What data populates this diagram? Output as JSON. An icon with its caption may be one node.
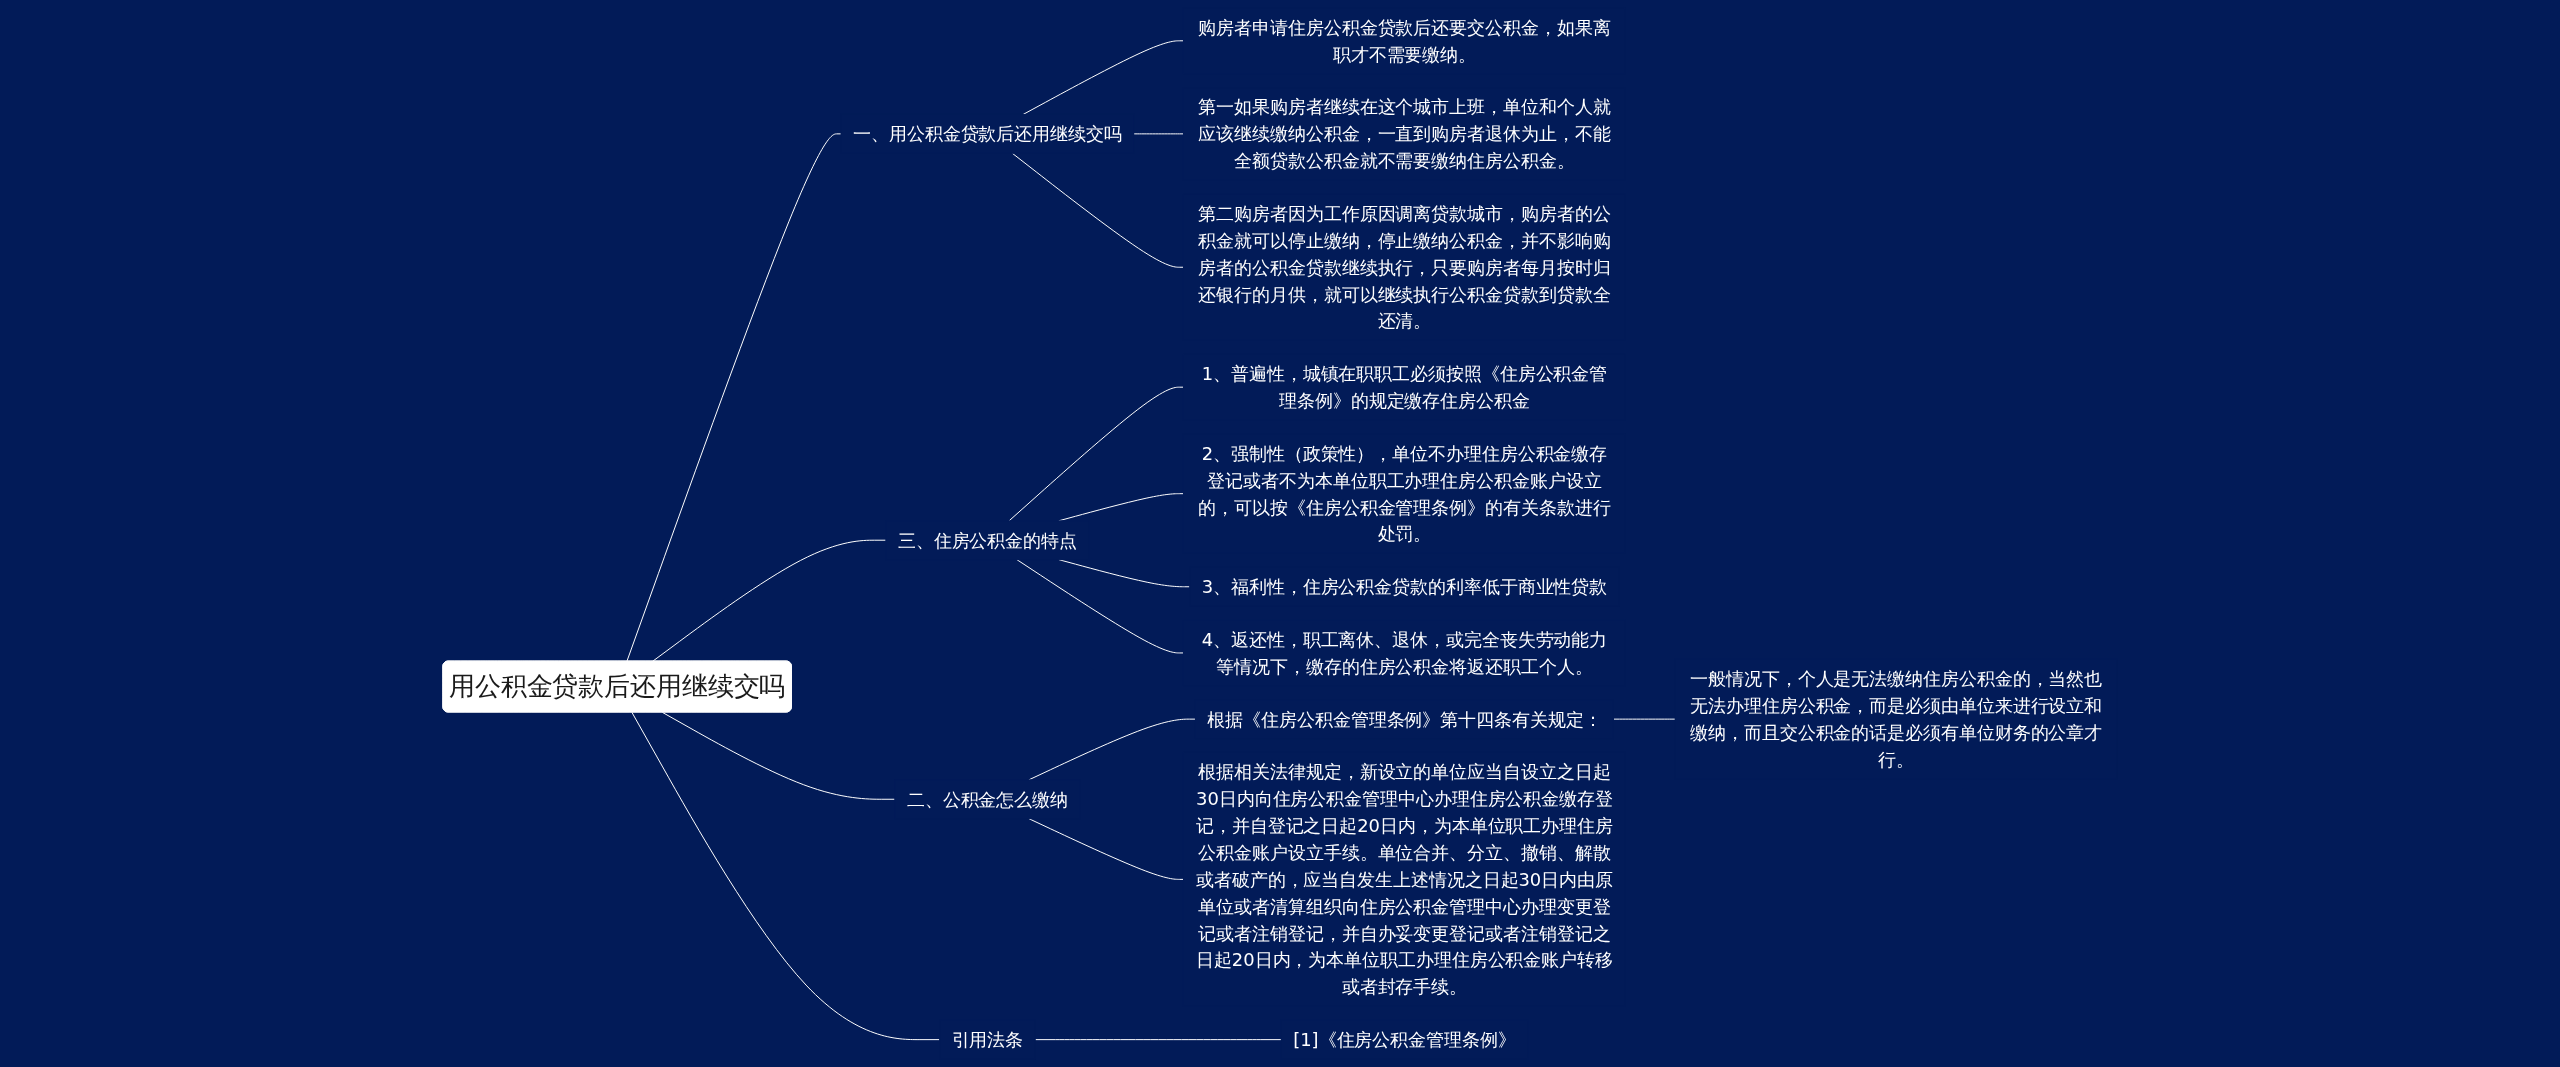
{
  "diagram": {
    "nodes": [
      {
        "text": [
          "用公积金贷款后还用继续交吗"
        ]
      },
      {
        "text": [
          "一、用公积金贷款后还用继续交吗"
        ]
      },
      {
        "text": [
          "购房者申请住房公积金贷款后还要交公积金，如果离职才不需要缴纳。"
        ]
      },
      {
        "text": [
          "第一如果购房者继续在这个城市上班，单位和个人就应该继续缴纳公积金，一直到购房者退休为止，不能全额贷款公积金就不需要缴纳住房公积金。"
        ]
      },
      {
        "text": [
          "第二购房者因为工作原因调离贷款城市，购房者的公积金就可以停止缴纳，停止缴纳公积金，并不影响购房者的公积金贷款继续执行，只要购房者每月按时归还银行的月供，就可以继续执行公积金贷款到贷款全还清。"
        ]
      },
      {
        "text": [
          "三、住房公积金的特点"
        ]
      },
      {
        "text": [
          "1、普遍性，城镇在职职工必须按照《住房公积金管理条例》的规定缴存住房公积金"
        ]
      },
      {
        "text": [
          "2、强制性（政策性），单位不办理住房公积金缴存登记或者不为本单位职工办理住房公积金账户设立的，可以按《住房公积金管理条例》的有关条款进行处罚。"
        ]
      },
      {
        "text": [
          "3、福利性，住房公积金贷款的利率低于商业性贷款"
        ]
      },
      {
        "text": [
          "4、返还性，职工离休、退休，或完全丧失劳动能力等情况下，缴存的住房公积金将返还职工个人。"
        ]
      },
      {
        "text": [
          "二、公积金怎么缴纳"
        ]
      },
      {
        "text": [
          "根据《住房公积金管理条例》第十四条有关规定："
        ]
      },
      {
        "text": [
          "一般情况下，个人是无法缴纳住房公积金的，当然也无法办理住房公积金，而是必须由单位来进行设立和缴纳，而且交公积金的话是必须有单位财务的公章才行。"
        ]
      },
      {
        "text": [
          "根据相关法律规定，新设立的单位应当自设立之日起30日内向住房公积金管理中心办理住房公积金缴存登记，并自登记之日起20日内，为本单位职工办理住房公积金账户设立手续。单位合并、分立、撤销、解散或者破产的，应当自发生上述情况之日起30日内由原单位或者清算组织向住房公积金管理中心办理变更登记或者注销登记，并自办妥变更登记或者注销登记之日起20日内，为本单位职工办理住房公积金账户转移或者封存手续。"
        ]
      },
      {
        "text": [
          "引用法条"
        ]
      },
      {
        "text": [
          "[1]《住房公积金管理条例》"
        ]
      }
    ],
    "edges": [
      {
        "from": 0,
        "to": 1,
        "arrow": "none"
      },
      {
        "from": 1,
        "to": 2,
        "arrow": "none"
      },
      {
        "from": 1,
        "to": 3,
        "arrow": "none"
      },
      {
        "from": 1,
        "to": 4,
        "arrow": "none"
      },
      {
        "from": 0,
        "to": 5,
        "arrow": "none"
      },
      {
        "from": 5,
        "to": 6,
        "arrow": "none"
      },
      {
        "from": 5,
        "to": 7,
        "arrow": "none"
      },
      {
        "from": 5,
        "to": 8,
        "arrow": "none"
      },
      {
        "from": 5,
        "to": 9,
        "arrow": "none"
      },
      {
        "from": 0,
        "to": 10,
        "arrow": "none"
      },
      {
        "from": 10,
        "to": 11,
        "arrow": "none"
      },
      {
        "from": 11,
        "to": 12,
        "arrow": "none"
      },
      {
        "from": 10,
        "to": 13,
        "arrow": "none"
      },
      {
        "from": 0,
        "to": 14,
        "arrow": "none"
      },
      {
        "from": 14,
        "to": 15,
        "arrow": "none"
      }
    ]
  }
}
